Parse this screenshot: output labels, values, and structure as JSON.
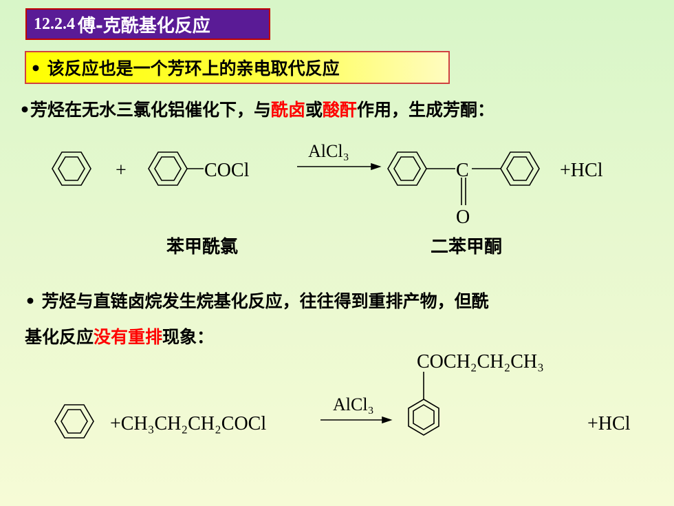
{
  "title": {
    "number": "12.2.4",
    "text": "傅-克酰基化反应"
  },
  "bullet1": "• 该反应也是一个芳环上的亲电取代反应",
  "para1": {
    "prefix": "•芳烃在无水三氯化铝催化下，与",
    "red1": "酰卤",
    "mid": "或",
    "red2": "酸酐",
    "suffix": "作用，生成芳酮："
  },
  "reaction1": {
    "plus": "+",
    "reagent_group": "COCl",
    "catalyst": "AlCl₃",
    "carbonyl_c": "C",
    "carbonyl_o": "O",
    "byproduct": "+HCl",
    "name_left": "苯甲酰氯",
    "name_right": "二苯甲酮"
  },
  "para2": {
    "line1": "• 芳烃与直链卤烷发生烷基化反应，往往得到重排产物，但酰",
    "line2_prefix": "基化反应",
    "line2_red": "没有重排",
    "line2_suffix": "现象："
  },
  "reaction2": {
    "reagent": "+CH₃CH₂CH₂COCl",
    "catalyst": "AlCl₃",
    "product_group": "COCH₂CH₂CH₃",
    "byproduct": "+HCl"
  }
}
